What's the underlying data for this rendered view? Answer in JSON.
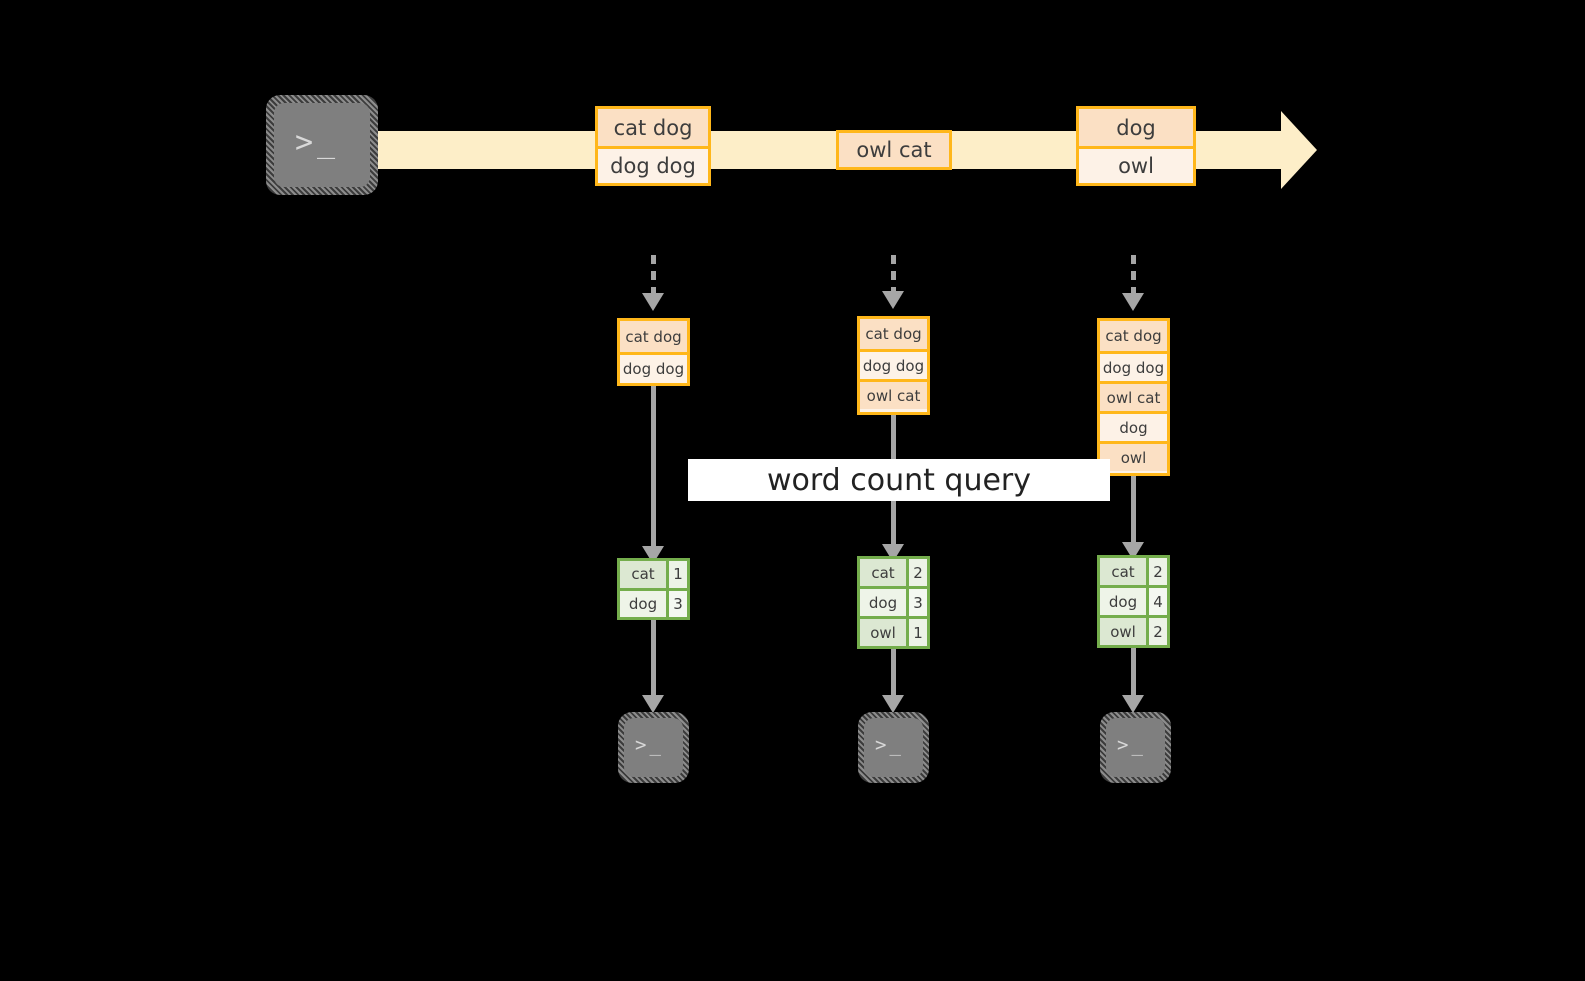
{
  "diagram": {
    "title": "word count query",
    "colors": {
      "background": "#000000",
      "stream_band": "#fdeec8",
      "event_border": "#ffb71a",
      "event_fill_dark": "#fbe0c4",
      "event_fill_light": "#fdf2e7",
      "table_border": "#74ad4c",
      "table_fill_dark": "#dce8d2",
      "table_fill_light": "#eef4e8",
      "arrow": "#a6a6a6",
      "terminal_fill": "#7f7f7f",
      "label_band": "#ffffff"
    },
    "stream": {
      "source_icon": "terminal-icon",
      "source_glyph": ">_",
      "events": [
        {
          "lines": [
            "cat dog",
            "dog dog"
          ]
        },
        {
          "lines": [
            "owl cat"
          ]
        },
        {
          "lines": [
            "dog",
            "owl"
          ]
        }
      ]
    },
    "snapshots": [
      {
        "name": "snapshot-1",
        "accumulated": [
          "cat dog",
          "dog dog"
        ],
        "result": {
          "rows": [
            {
              "word": "cat",
              "count": "1"
            },
            {
              "word": "dog",
              "count": "3"
            }
          ]
        },
        "sink_icon": "terminal-icon",
        "sink_glyph": ">_"
      },
      {
        "name": "snapshot-2",
        "accumulated": [
          "cat dog",
          "dog dog",
          "owl cat"
        ],
        "result": {
          "rows": [
            {
              "word": "cat",
              "count": "2"
            },
            {
              "word": "dog",
              "count": "3"
            },
            {
              "word": "owl",
              "count": "1"
            }
          ]
        },
        "sink_icon": "terminal-icon",
        "sink_glyph": ">_"
      },
      {
        "name": "snapshot-3",
        "accumulated": [
          "cat dog",
          "dog dog",
          "owl cat",
          "dog",
          "owl"
        ],
        "result": {
          "rows": [
            {
              "word": "cat",
              "count": "2"
            },
            {
              "word": "dog",
              "count": "4"
            },
            {
              "word": "owl",
              "count": "2"
            }
          ]
        },
        "sink_icon": "terminal-icon",
        "sink_glyph": ">_"
      }
    ]
  }
}
